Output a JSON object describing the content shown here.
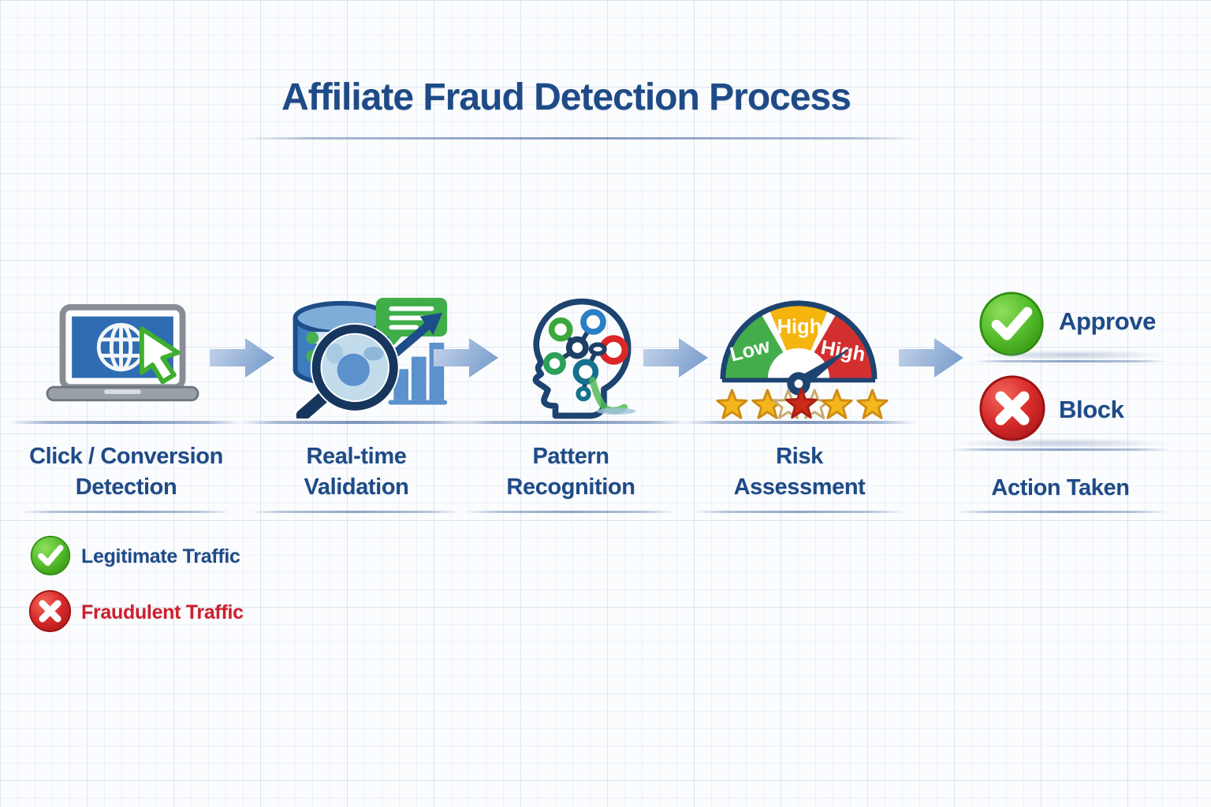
{
  "title": "Affiliate Fraud Detection Process",
  "stages": [
    {
      "icon": "laptop-globe-click-icon",
      "line1": "Click / Conversion",
      "line2": "Detection"
    },
    {
      "icon": "database-magnifier-chart-icon",
      "line1": "Real-time",
      "line2": "Validation"
    },
    {
      "icon": "head-network-icon",
      "line1": "Pattern",
      "line2": "Recognition"
    },
    {
      "icon": "risk-gauge-icon",
      "line1": "Risk",
      "line2": "Assessment"
    },
    {
      "icon": "approve-block-icons",
      "line1": "Action Taken"
    }
  ],
  "gauge": {
    "segment_labels": [
      "Low",
      "High",
      "High"
    ],
    "segment_colors": [
      "#44ad4b",
      "#f5b40e",
      "#d32f2f"
    ],
    "stars": "five-star row, gold with red star cluster in center"
  },
  "actions": [
    {
      "icon": "approve-check-icon",
      "label": "Approve",
      "color": "#4cb526"
    },
    {
      "icon": "block-cross-icon",
      "label": "Block",
      "color": "#cf2121"
    }
  ],
  "legend": [
    {
      "icon": "legitimate-check-icon",
      "label": "Legitimate Traffic",
      "text_color": "#1e4b87"
    },
    {
      "icon": "fraudulent-cross-icon",
      "label": "Fraudulent Traffic",
      "text_color": "#ce1f2d"
    }
  ],
  "colors": {
    "title_text": "#1e4b87",
    "label_text": "#1e4b87",
    "arrow_blue": "#85a7d2",
    "navy_outline": "#1d4470",
    "green": "#45b029",
    "red": "#cf2121"
  }
}
